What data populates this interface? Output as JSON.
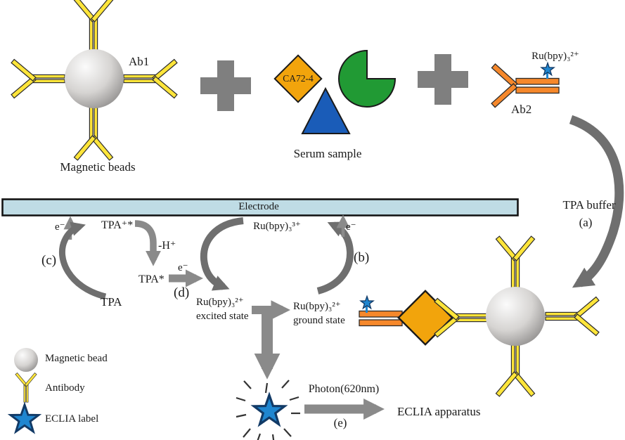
{
  "top_row": {
    "ab1_label": "Ab1",
    "magnetic_beads_label": "Magnetic beads",
    "antigen_label": "CA72-4",
    "serum_sample_label": "Serum sample",
    "ru_tag_label": "Ru(bpy)₃²⁺",
    "ab2_label": "Ab2"
  },
  "electrode": {
    "label": "Electrode"
  },
  "tpa_path": {
    "buffer_label": "TPA buffer",
    "step_a": "(a)",
    "step_b": "(b)",
    "step_c": "(c)",
    "step_d": "(d)",
    "step_e": "(e)",
    "electron_c": "e⁻",
    "electron_d": "e⁻",
    "electron_b": "e⁻",
    "tpa_radical_cation": "TPA⁺*",
    "deprotonation": "-H⁺",
    "tpa_radical": "TPA*",
    "tpa": "TPA"
  },
  "ru_cycle": {
    "ru_3plus": "Ru(bpy)₃³⁺",
    "ru_2plus_excited_line1": "Ru(bpy)₃²⁺",
    "ru_2plus_excited_line2": "excited state",
    "ru_2plus_ground_line1": "Ru(bpy)₃²⁺",
    "ru_2plus_ground_line2": "ground state"
  },
  "emission": {
    "photon_label": "Photon(620nm)",
    "apparatus_label": "ECLIA apparatus"
  },
  "legend": {
    "items": [
      {
        "icon": "magnetic-bead-icon",
        "label": "Magnetic bead"
      },
      {
        "icon": "antibody-icon",
        "label": "Antibody"
      },
      {
        "icon": "eclia-label-star-icon",
        "label": "ECLIA label"
      }
    ]
  },
  "colors": {
    "yellow": "#ffe53a",
    "orange": "#f6882b",
    "amber": "#f2a40c",
    "green": "#219a34",
    "blue": "#1a5cb8",
    "star": "#1f86d0",
    "stardark": "#123a66",
    "gray": "#7f7f7f",
    "arrow": "#8a8a8a",
    "curve": "#6f6f6f",
    "electrode": "#bfdce5",
    "ink": "#1a1a1a"
  }
}
